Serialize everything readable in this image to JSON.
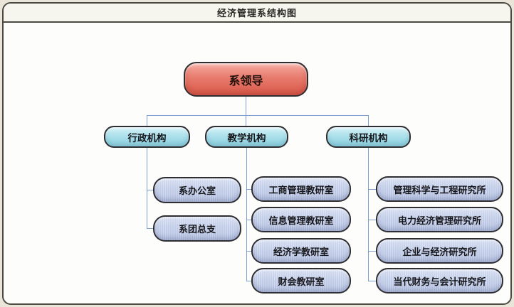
{
  "window": {
    "title": "经济管理系结构图"
  },
  "colors": {
    "root_fill": "#e8796c",
    "branch_fill": "#a5dce8",
    "leaf_fill": "#bfcae6",
    "connector": "#7e9ed2",
    "border": "#2e2e32",
    "header_bg": "#f6f5ee"
  },
  "chart": {
    "type": "org-chart",
    "root": {
      "label": "系领导"
    },
    "branches": [
      {
        "label": "行政机构",
        "children": [
          {
            "label": "系办公室"
          },
          {
            "label": "系团总支"
          }
        ]
      },
      {
        "label": "教学机构",
        "children": [
          {
            "label": "工商管理教研室"
          },
          {
            "label": "信息管理教研室"
          },
          {
            "label": "经济学教研室"
          },
          {
            "label": "财会教研室"
          }
        ]
      },
      {
        "label": "科研机构",
        "children": [
          {
            "label": "管理科学与工程研究所"
          },
          {
            "label": "电力经济管理研究所"
          },
          {
            "label": "企业与经济研究所"
          },
          {
            "label": "当代财务与会计研究所"
          }
        ]
      }
    ]
  }
}
